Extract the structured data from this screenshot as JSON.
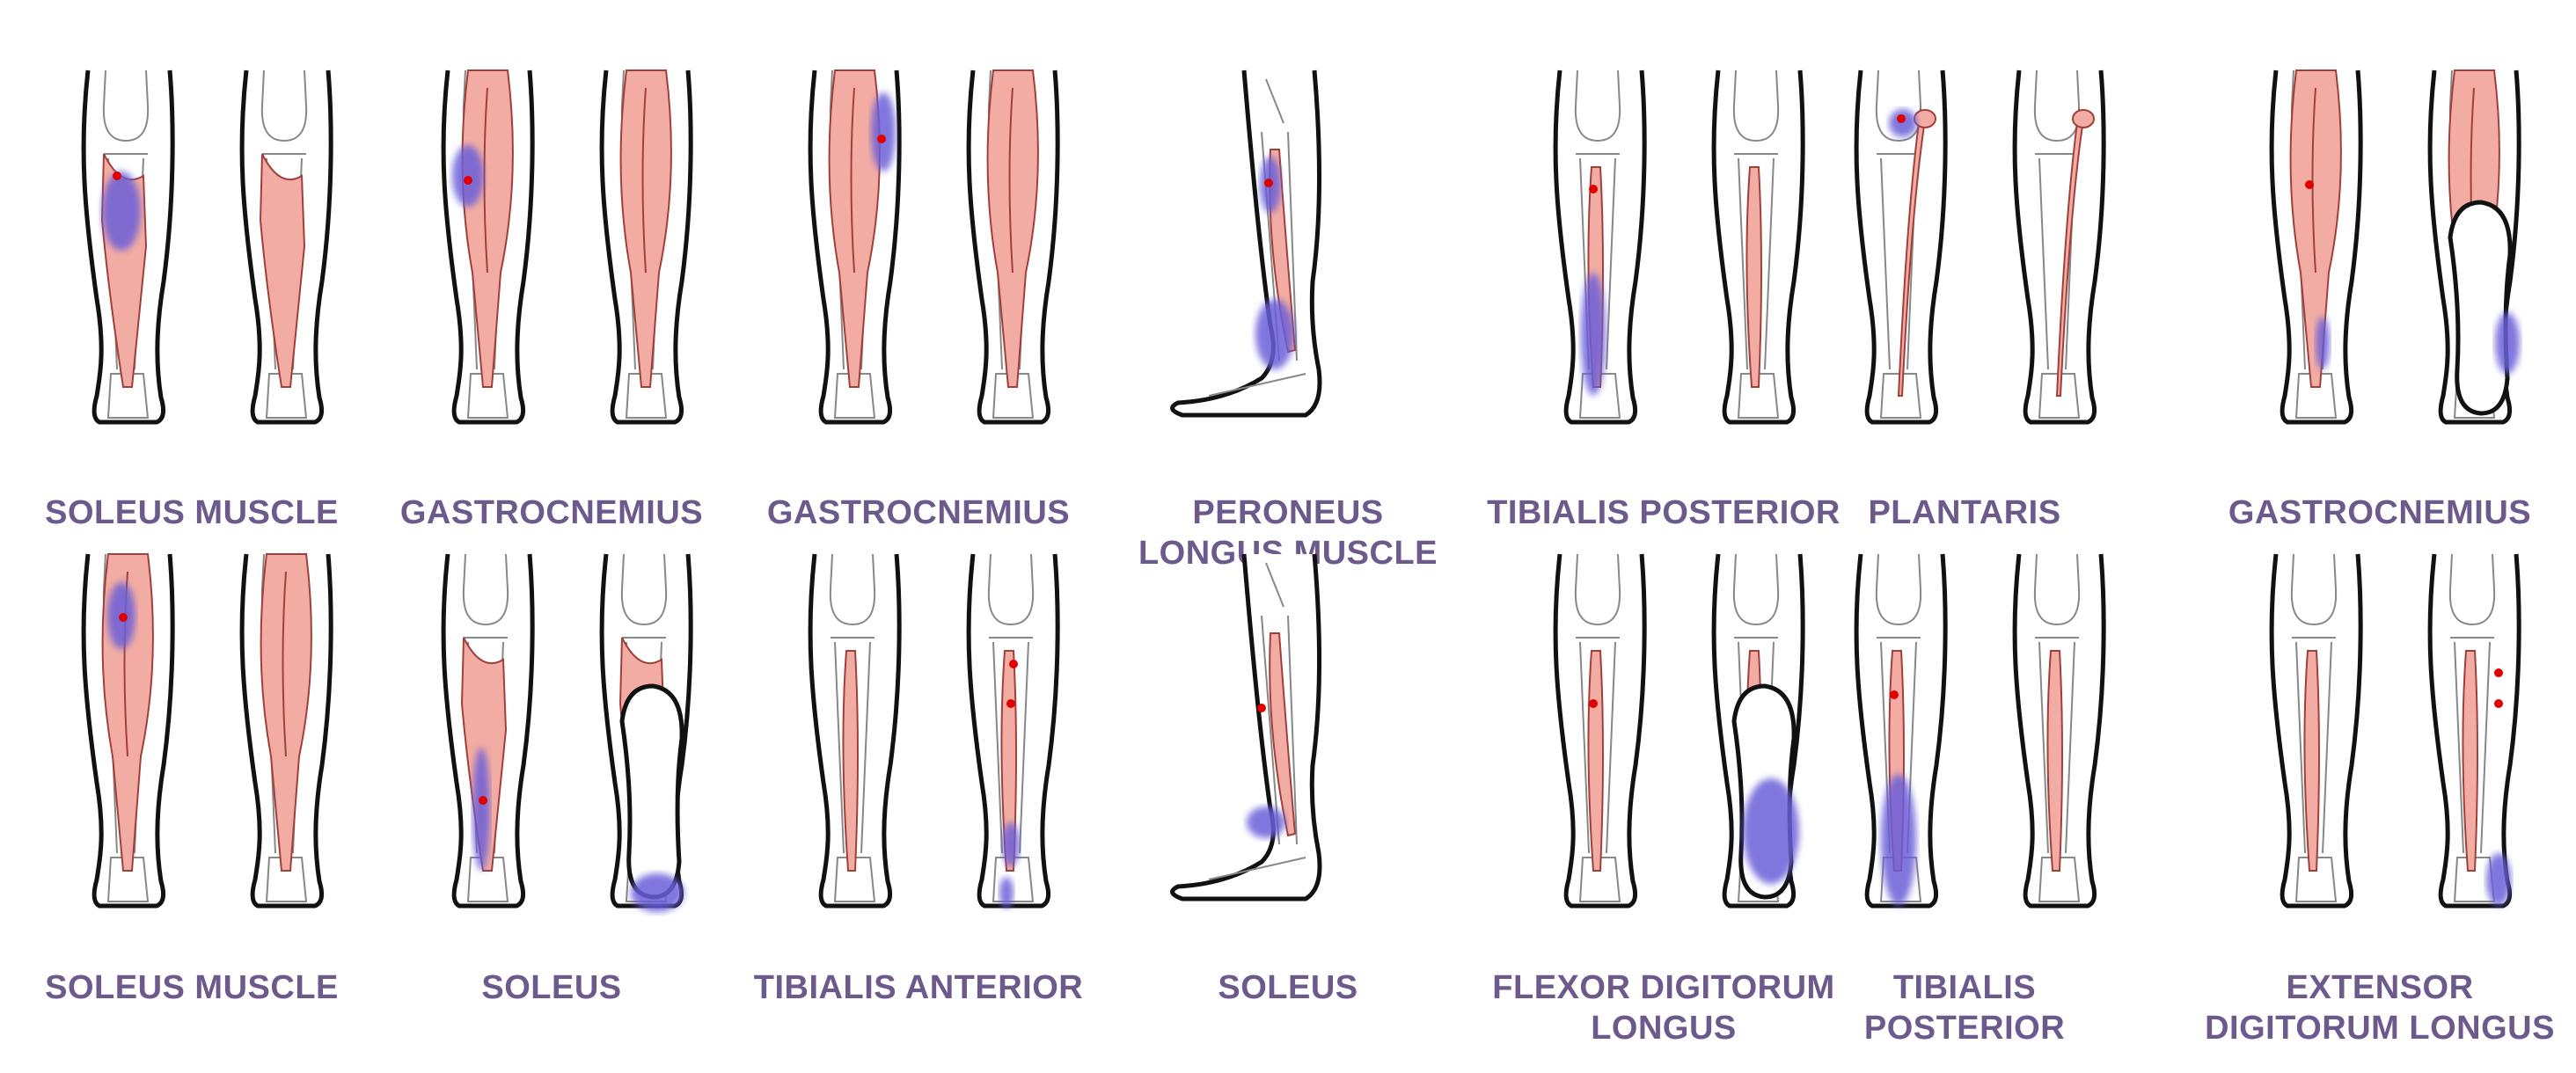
{
  "colors": {
    "label": "#6d5a8d",
    "muscle": "#f3aca3",
    "pain": "#6a5fd8",
    "trigger": "#e00000",
    "outline": "#111111",
    "bone": "#888888"
  },
  "panels": [
    {
      "label": [
        "SOLEUS MUSCLE"
      ]
    },
    {
      "label": [
        "GASTROCNEMIUS"
      ]
    },
    {
      "label": [
        "GASTROCNEMIUS"
      ]
    },
    {
      "label": [
        "PERONEUS",
        "LONGUS MUSCLE"
      ]
    },
    {
      "label": [
        "TIBIALIS POSTERIOR"
      ]
    },
    {
      "label": [
        "PLANTARIS"
      ]
    },
    {
      "label": [
        "GASTROCNEMIUS"
      ]
    },
    {
      "label": [
        "SOLEUS MUSCLE"
      ]
    },
    {
      "label": [
        "SOLEUS"
      ]
    },
    {
      "label": [
        "TIBIALIS ANTERIOR"
      ]
    },
    {
      "label": [
        "SOLEUS"
      ]
    },
    {
      "label": [
        "FLEXOR DIGITORUM",
        "LONGUS"
      ]
    },
    {
      "label": [
        "TIBIALIS",
        "POSTERIOR"
      ]
    },
    {
      "label": [
        "EXTENSOR",
        "DIGITORUM LONGUS"
      ]
    }
  ]
}
